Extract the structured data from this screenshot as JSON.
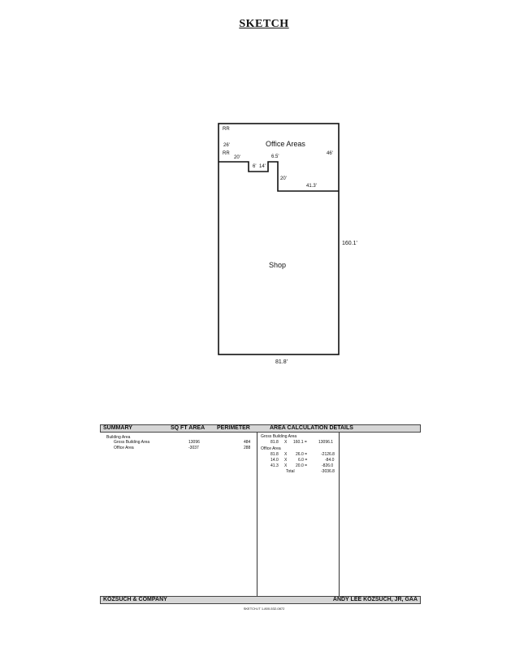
{
  "title": "SKETCH",
  "sketch": {
    "labels": {
      "rr1": "RR",
      "rr2": "RR",
      "d26": "26'",
      "d20a": "20'",
      "d6": "6'",
      "d14": "14'",
      "d65": "6.5'",
      "d20b": "20'",
      "d413": "41.3'",
      "d46": "46'",
      "office": "Office Areas",
      "shop": "Shop",
      "d1601": "160.1'",
      "d818": "81.8'"
    }
  },
  "summary": {
    "headers": {
      "summary": "SUMMARY",
      "area": "SQ FT AREA",
      "perimeter": "PERIMETER",
      "details": "AREA CALCULATION DETAILS"
    },
    "group": "Building Area",
    "rows": [
      {
        "name": "Gross Building Area",
        "area": "13096",
        "perimeter": "484"
      },
      {
        "name": "Office Area",
        "area": "-3037",
        "perimeter": "288"
      }
    ],
    "details": {
      "gross_label": "Gross Building Area",
      "gross": {
        "a": "81.8",
        "x": "X",
        "b": "160.1 =",
        "r": "13096.1"
      },
      "office_label": "Office Area",
      "office": [
        {
          "a": "81.8",
          "x": "X",
          "b": "26.0 =",
          "r": "-2126.8"
        },
        {
          "a": "14.0",
          "x": "X",
          "b": "6.0 =",
          "r": "-84.0"
        },
        {
          "a": "41.3",
          "x": "X",
          "b": "20.0 =",
          "r": "-826.0"
        }
      ],
      "total_label": "Total",
      "total": "-3036.8"
    },
    "footer": {
      "left": "KOZSUCH & COMPANY",
      "right": "ANDY LEE KOZSUCH, JR, GAA"
    },
    "credit": "SKETCH-IT 1-800-532-0872"
  }
}
